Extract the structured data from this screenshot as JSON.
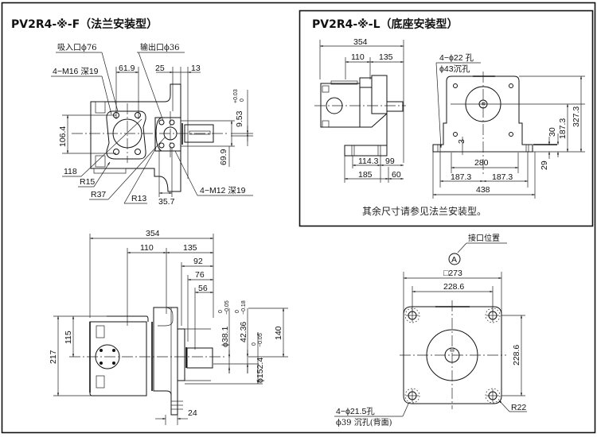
{
  "flange_type": {
    "title": "PV2R4-※-F（法兰安装型）",
    "callouts": {
      "suction_port": "吸入口ϕ76",
      "discharge_port": "输出口ϕ36",
      "suction_bolts": "4−M16 深19",
      "discharge_bolts": "4−M12 深19",
      "r15": "R15",
      "r37": "R37",
      "r13": "R13"
    },
    "dims": {
      "d61_9": "61.9",
      "d25": "25",
      "d13": "13",
      "d106_4": "106.4",
      "d118": "118",
      "d35_7": "35.7",
      "d69_9": "69.9",
      "d9_53": "9.53",
      "d9_53_tol_upper": "+0.03",
      "d9_53_tol_lower": "0"
    }
  },
  "foot_type": {
    "title": "PV2R4-※-L（底座安装型）",
    "callouts": {
      "base_holes_line1": "4−ϕ22 孔",
      "base_holes_line2": "ϕ43沉孔"
    },
    "dims": {
      "d354": "354",
      "d110": "110",
      "d135": "135",
      "d114_3": "114.3",
      "d99": "99",
      "d185": "185",
      "d60": "60",
      "d3": "3",
      "d280": "280",
      "d187_3_left": "187.3",
      "d187_3_right": "187.3",
      "d438": "438",
      "d30": "30",
      "d29": "29",
      "d187_3_v": "187.3",
      "d327_3": "327.3"
    },
    "note": "其余尺寸请参见法兰安装型。"
  },
  "side_view": {
    "dims": {
      "d354": "354",
      "d110": "110",
      "d135": "135",
      "d92": "92",
      "d76": "76",
      "d56": "56",
      "d217": "217",
      "d115": "115",
      "d24": "24",
      "d140": "140",
      "shaft_dia": "ϕ38.1",
      "shaft_tol_upper": "0",
      "shaft_tol_lower": "−0.05",
      "key_dim": "42.36",
      "key_tol_upper": "0",
      "key_tol_lower": "−0.18",
      "pilot_dia": "ϕ152.4",
      "pilot_tol_upper": "0",
      "pilot_tol_lower": "−0.05"
    }
  },
  "front_view": {
    "port_position_label": "接口位置",
    "port_marker": "A",
    "dims": {
      "square": "□273",
      "bolt_pitch_h": "228.6",
      "bolt_pitch_v": "228.6",
      "corner_radius": "R22"
    },
    "callouts": {
      "mount_holes_line1": "4−ϕ21.5孔",
      "mount_holes_line2": "ϕ39 沉孔(背面)"
    }
  }
}
